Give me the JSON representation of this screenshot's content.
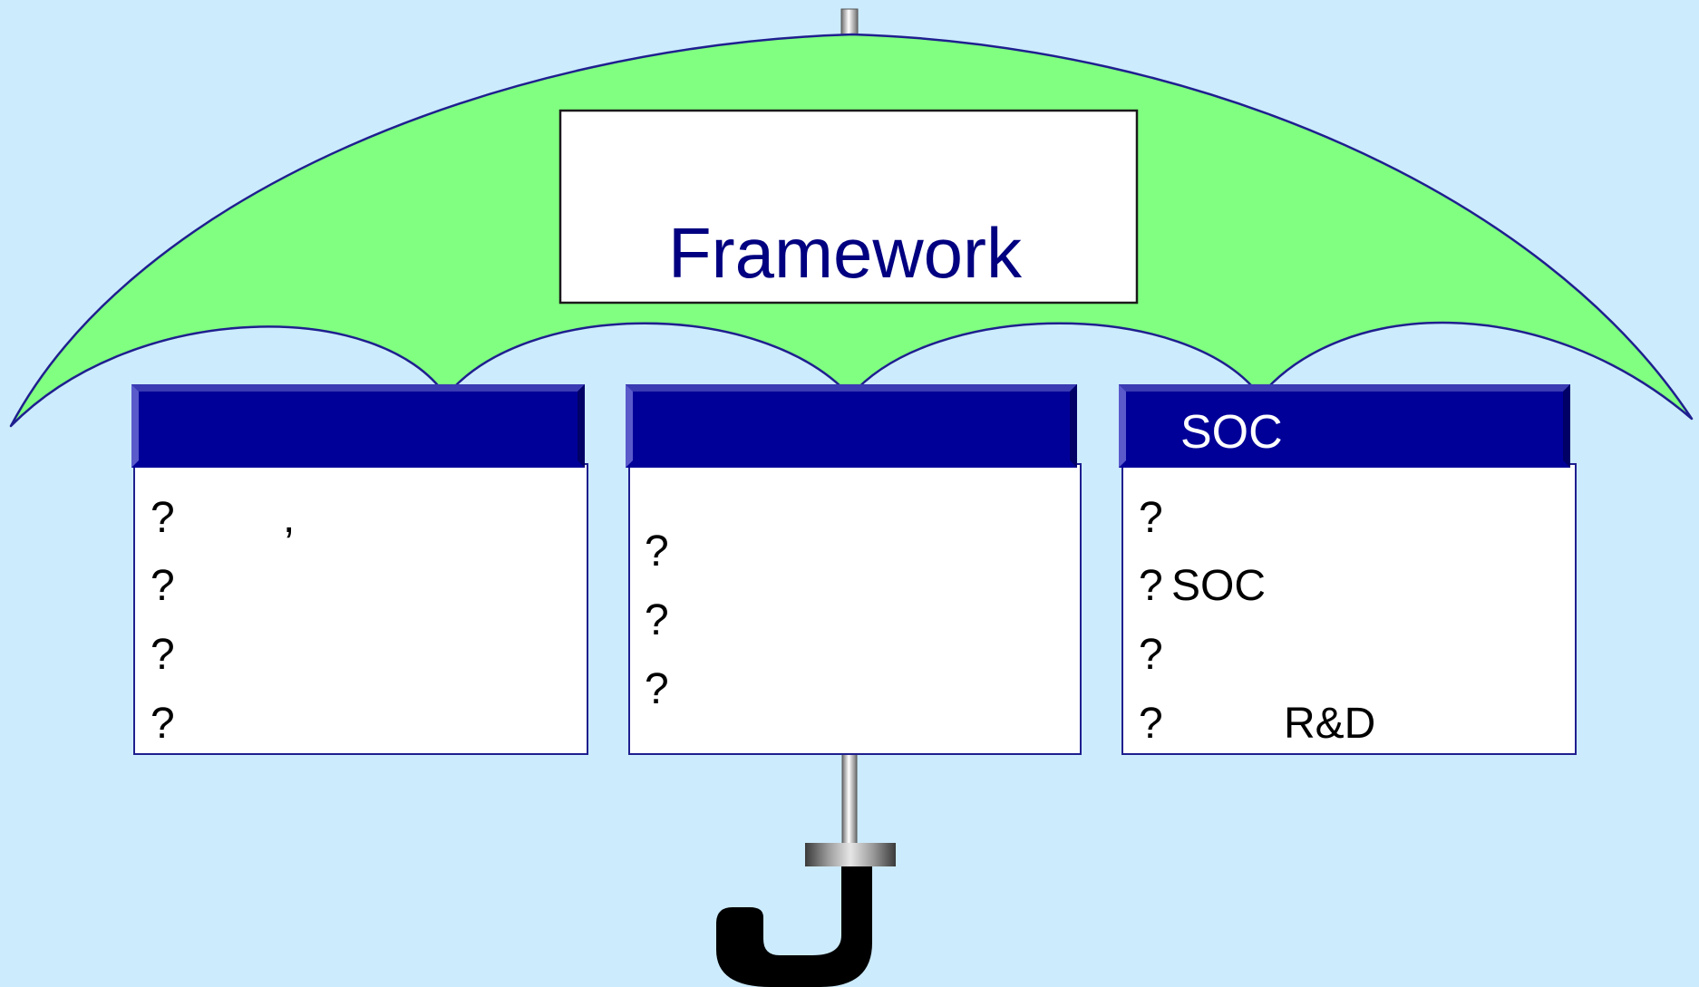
{
  "colors": {
    "background": "#CCEBFC",
    "canopy": "#80FF80",
    "outline": "#1F1F8F",
    "header": "#000099",
    "header_bevel": "#5A5ACB",
    "box": "#FFFFFF",
    "title_text": "#000080",
    "handle": "#000000"
  },
  "umbrella": {
    "title": "Framework"
  },
  "panels": [
    {
      "header": "",
      "items": [
        {
          "bullet": "?",
          "text": ","
        },
        {
          "bullet": "?",
          "text": ""
        },
        {
          "bullet": "?",
          "text": ""
        },
        {
          "bullet": "?",
          "text": ""
        }
      ]
    },
    {
      "header": "",
      "items": [
        {
          "bullet": "?",
          "text": ""
        },
        {
          "bullet": "?",
          "text": ""
        },
        {
          "bullet": "?",
          "text": ""
        }
      ]
    },
    {
      "header": "SOC",
      "items": [
        {
          "bullet": "?",
          "text": ""
        },
        {
          "bullet": "?",
          "text": "SOC"
        },
        {
          "bullet": "?",
          "text": ""
        },
        {
          "bullet": "?",
          "text": "R&D"
        }
      ]
    }
  ]
}
